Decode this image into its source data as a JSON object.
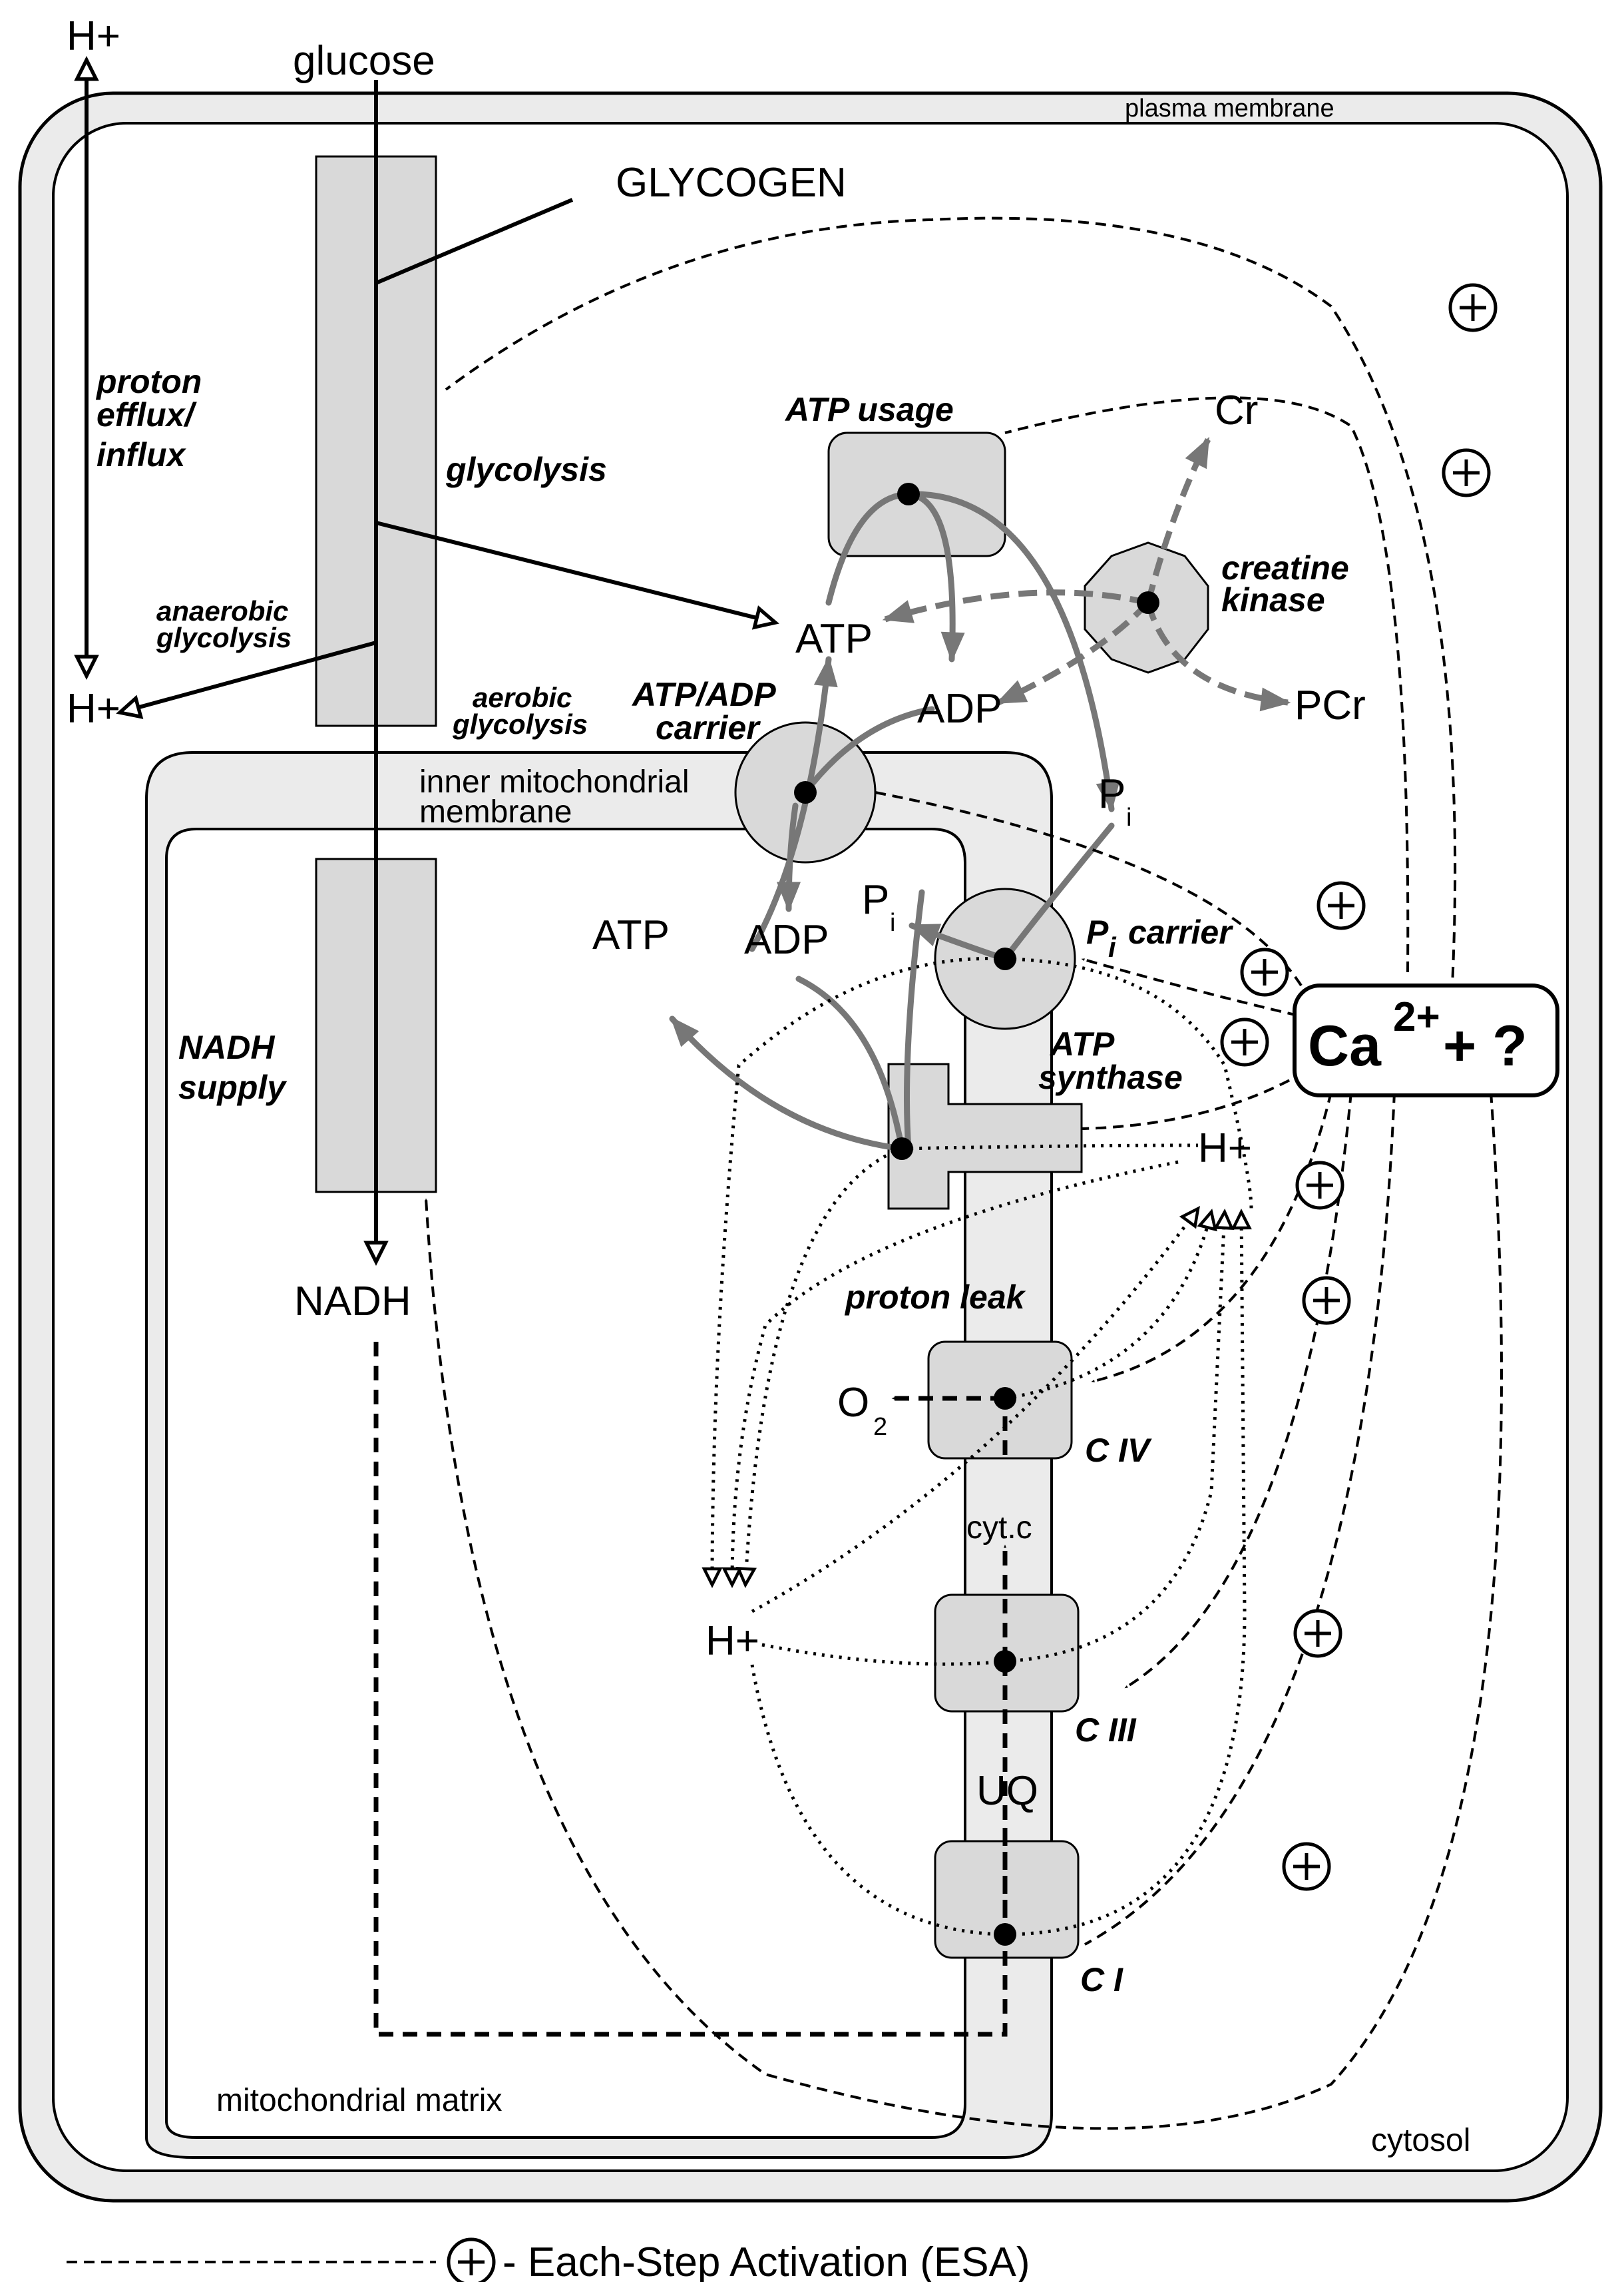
{
  "labels": {
    "h_plus": "H+",
    "glucose": "glucose",
    "plasma_membrane": "plasma membrane",
    "glycogen": "GLYCOGEN",
    "proton_efflux_1": "proton",
    "proton_efflux_2": "efflux/",
    "proton_efflux_3": "influx",
    "glycolysis": "glycolysis",
    "anaerobic_1": "anaerobic",
    "anaerobic_2": "glycolysis",
    "aerobic_1": "aerobic",
    "aerobic_2": "glycolysis",
    "atp_usage": "ATP usage",
    "cr": "Cr",
    "creatine_kinase_1": "creatine",
    "creatine_kinase_2": "kinase",
    "atp": "ATP",
    "adp": "ADP",
    "pcr": "PCr",
    "atp_adp_carrier_1": "ATP/ADP",
    "atp_adp_carrier_2": "carrier",
    "inner_membrane_1": "inner mitochondrial",
    "inner_membrane_2": "membrane",
    "p": "P",
    "i_sub": "i",
    "pi_carrier_rest": "carrier",
    "atp_synthase_1": "ATP",
    "atp_synthase_2": "synthase",
    "nadh_supply_1": "NADH",
    "nadh_supply_2": "supply",
    "ca_main": "Ca",
    "ca_sup": "2+",
    "ca_rest": "+ ?",
    "nadh": "NADH",
    "proton_leak": "proton leak",
    "o": "O",
    "o_sub": "2",
    "c_iv": "C IV",
    "cyt_c": "cyt.c",
    "c_iii": "C III",
    "uq": "UQ",
    "c_i": "C I",
    "mito_matrix": "mitochondrial matrix",
    "cytosol": "cytosol",
    "legend": "- Each-Step Activation (ESA)"
  },
  "icons": {
    "activation": "plus-circle-icon"
  },
  "colors": {
    "box_fill": "#d9d9d9",
    "membrane_fill": "#ebebeb",
    "grey_arrow": "#777777"
  }
}
